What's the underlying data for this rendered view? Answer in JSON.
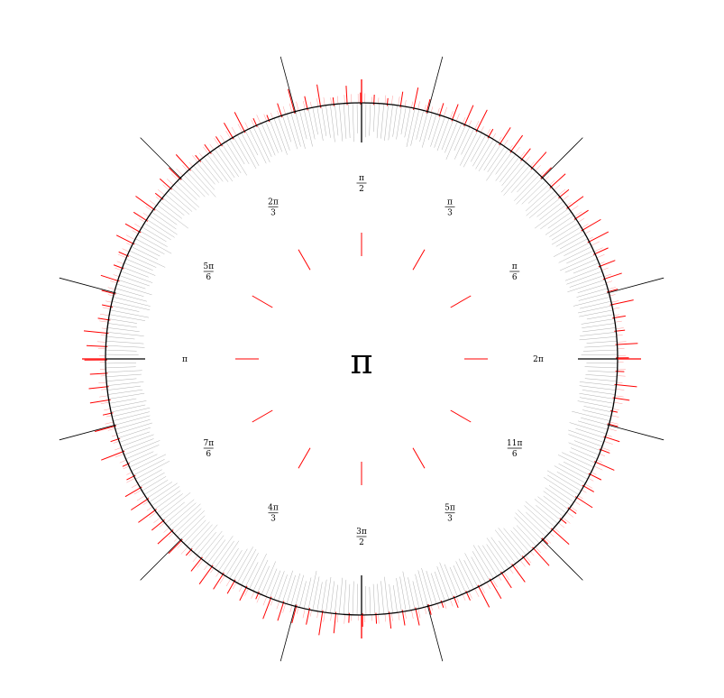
{
  "center_symbol": "π",
  "colors": {
    "ring": "#000000",
    "outer_ticks": "#ff0000",
    "inner_ticks": "#b0b0b0",
    "spokes": "#ff0000",
    "long_ticks": "#000000"
  },
  "angle_labels": [
    {
      "id": "label-2pi",
      "num": "2π",
      "den": ""
    },
    {
      "id": "label-pi-6",
      "num": "π",
      "den": "6"
    },
    {
      "id": "label-pi-3",
      "num": "π",
      "den": "3"
    },
    {
      "id": "label-pi-2",
      "num": "π",
      "den": "2"
    },
    {
      "id": "label-2pi-3",
      "num": "2π",
      "den": "3"
    },
    {
      "id": "label-5pi-6",
      "num": "5π",
      "den": "6"
    },
    {
      "id": "label-pi",
      "num": "π",
      "den": ""
    },
    {
      "id": "label-7pi-6",
      "num": "7π",
      "den": "6"
    },
    {
      "id": "label-4pi-3",
      "num": "4π",
      "den": "3"
    },
    {
      "id": "label-3pi-2",
      "num": "3π",
      "den": "2"
    },
    {
      "id": "label-5pi-3",
      "num": "5π",
      "den": "3"
    },
    {
      "id": "label-11pi-6",
      "num": "11π",
      "den": "6"
    }
  ]
}
